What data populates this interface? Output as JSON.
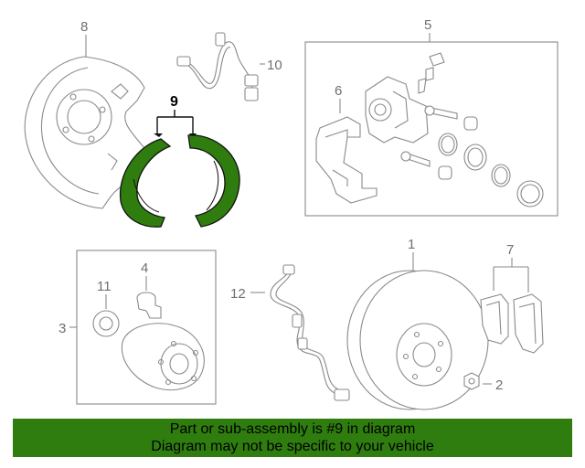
{
  "callouts": {
    "c1": "1",
    "c2": "2",
    "c3": "3",
    "c4": "4",
    "c5": "5",
    "c6": "6",
    "c7": "7",
    "c8": "8",
    "c9": "9",
    "c10": "10",
    "c11": "11",
    "c12": "12"
  },
  "highlight_color": "#2f7d0f",
  "banner": {
    "line1": "Part or sub-assembly is #9 in diagram",
    "line2": "Diagram may not be specific to your vehicle"
  }
}
